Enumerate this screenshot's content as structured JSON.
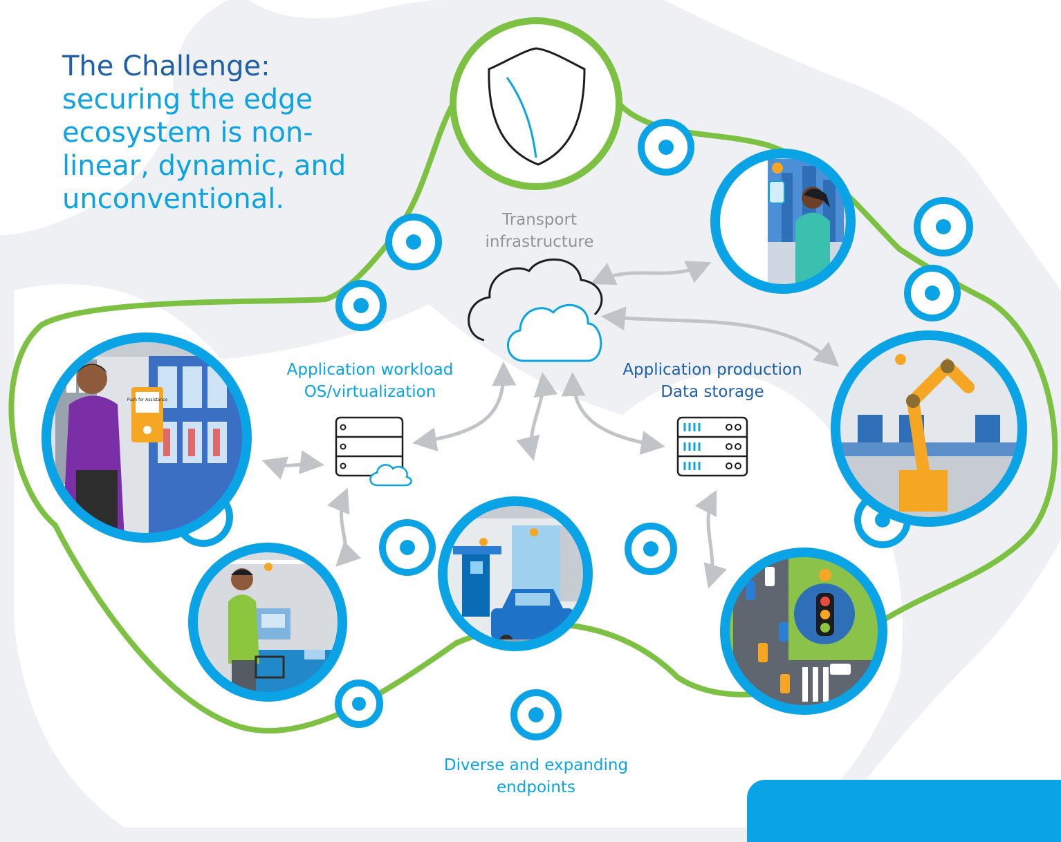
{
  "title": {
    "line1": "The Challenge:",
    "line2": "securing the edge\necosystem is non-\nlinear, dynamic, and\nunconventional."
  },
  "labels": {
    "transport": "Transport\ninfrastructure",
    "workload": "Application workload\nOS/virtualization",
    "production": "Application production\nData storage",
    "endpoints": "Diverse and expanding\nendpoints"
  },
  "colors": {
    "ring_green": "#7dc142",
    "blue": "#0aa3e5",
    "navy": "#1d5fa8",
    "arrow_gray": "#c0c3c8",
    "background": "#eef0f3"
  },
  "icons": {
    "center": "cloud-icon",
    "top": "shield-icon",
    "left_server": "server-cloud-icon",
    "right_server": "storage-server-icon"
  },
  "scenes": {
    "retail_sign": "Push for Assistance"
  }
}
